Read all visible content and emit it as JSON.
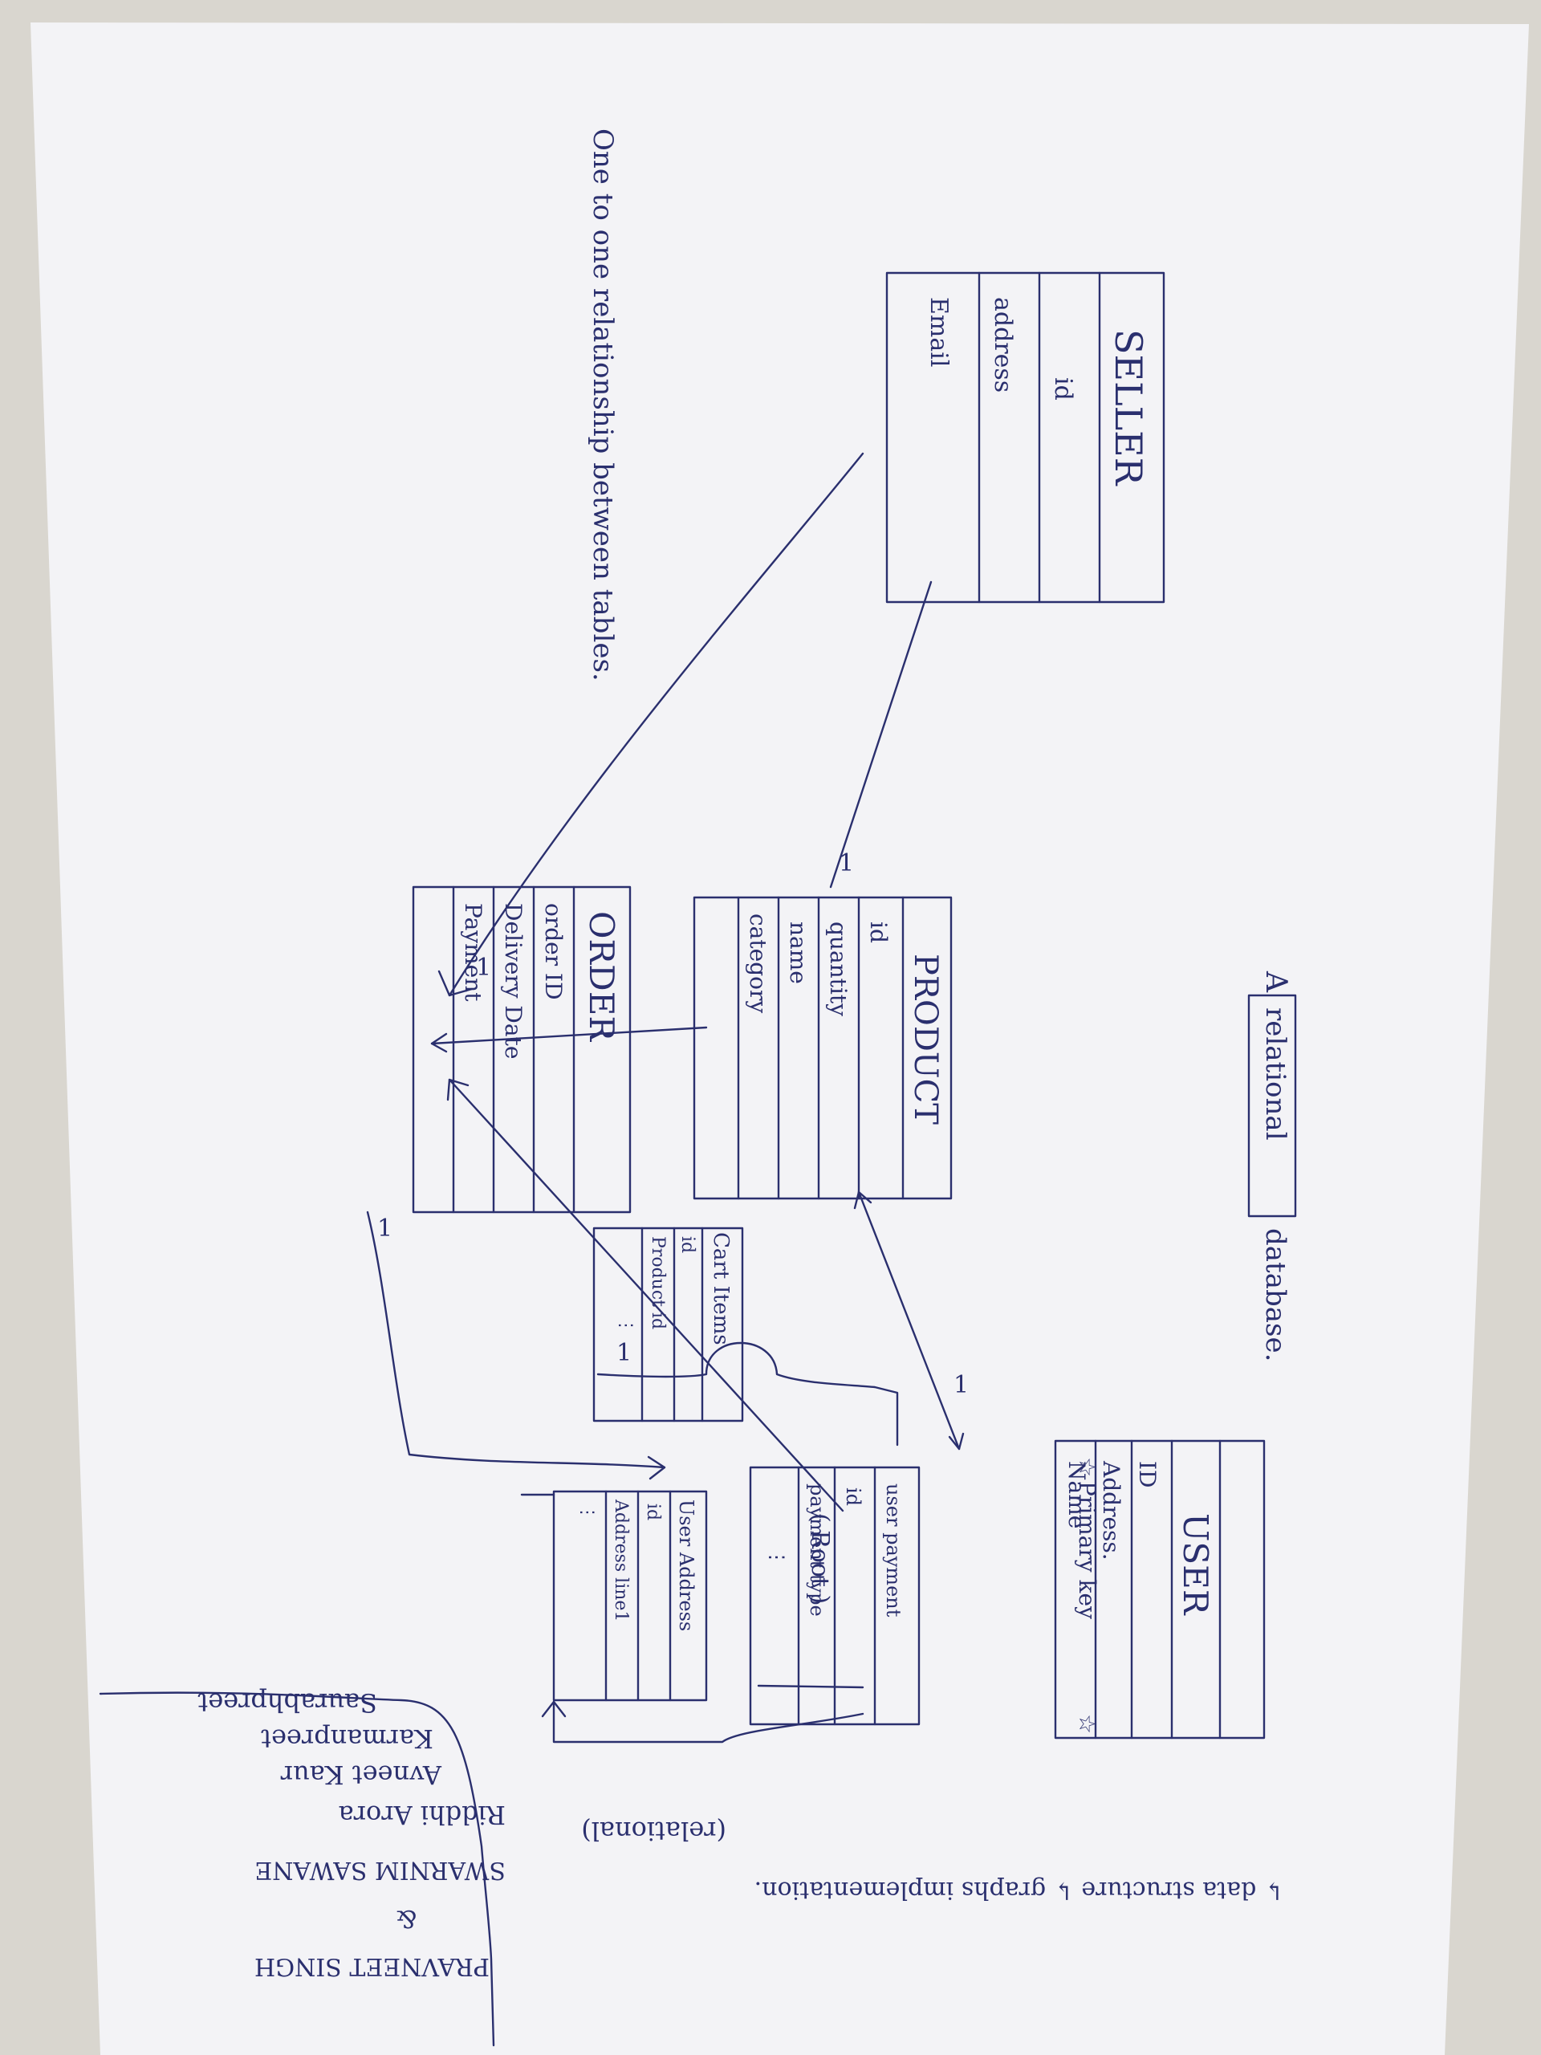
{
  "colors": {
    "ink": "#2a2f6e",
    "paper": "#f3f3f6",
    "background": "#d9d6cf"
  },
  "note_relationship": "One to one relationship between tables.",
  "tables": {
    "seller": {
      "title": "SELLER",
      "fields": [
        "id",
        "address",
        "Email"
      ]
    },
    "product": {
      "title": "PRODUCT",
      "fields": [
        "id",
        "quantity",
        "name",
        "category"
      ]
    },
    "order": {
      "title": "ORDER",
      "fields": [
        "order ID",
        "Delivery Date",
        "Payment"
      ]
    },
    "cart_items": {
      "title": "Cart Items",
      "fields": [
        "id",
        "Product id",
        "⋮"
      ]
    },
    "user": {
      "title": "USER",
      "fields": [
        "ID",
        "Address.",
        "Name"
      ]
    },
    "user_payment": {
      "title": "user payment",
      "fields": [
        "id",
        "payment type",
        "⋮"
      ]
    },
    "user_address": {
      "title": "User Address",
      "fields": [
        "id",
        "Address line1",
        "⋮"
      ]
    }
  },
  "cardinality": {
    "one": "1"
  },
  "user_root_label": "( Root )",
  "primary_key_label": "Primary key",
  "relational_database": {
    "prefix": "A",
    "boxed": "relational",
    "suffix": "database."
  },
  "impl_note": "↳ data structure ↳ graphs implementation.",
  "relational_label": "(relational)",
  "names": [
    "Saurabhpreet",
    "Karmanpreet",
    "Avneet Kaur",
    "Riddhi Arora",
    "SWARNIM SAWANE",
    "&",
    "PRAVNEET SINGH"
  ]
}
